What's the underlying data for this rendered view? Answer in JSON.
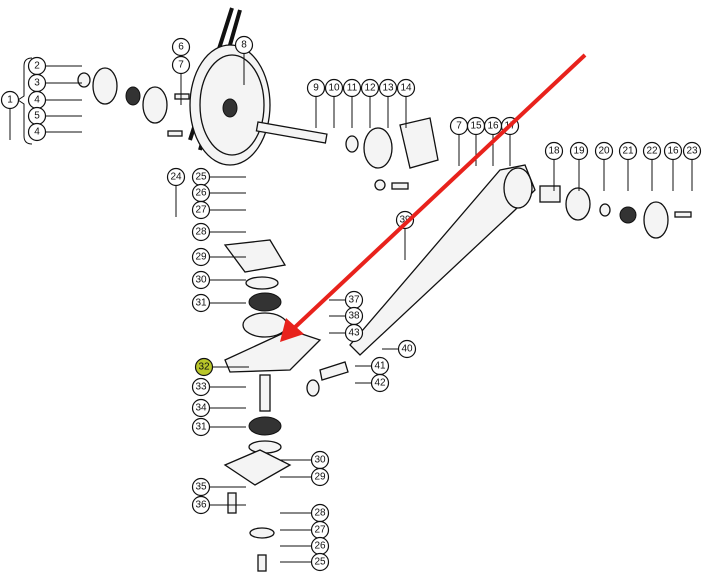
{
  "diagram": {
    "highlight_color": "#b9c62a",
    "arrow_color": "#e8221c",
    "highlighted_label": "32",
    "labels": [
      "1",
      "2",
      "3",
      "4",
      "5",
      "4",
      "6",
      "8",
      "7",
      "24",
      "9",
      "10",
      "11",
      "12",
      "13",
      "14",
      "7",
      "15",
      "16",
      "17",
      "18",
      "19",
      "20",
      "21",
      "22",
      "16",
      "23",
      "25",
      "26",
      "27",
      "28",
      "29",
      "30",
      "31",
      "37",
      "38",
      "43",
      "40",
      "41",
      "42",
      "39",
      "32",
      "33",
      "34",
      "31",
      "30",
      "29",
      "35",
      "36",
      "28",
      "27",
      "26",
      "25"
    ]
  }
}
